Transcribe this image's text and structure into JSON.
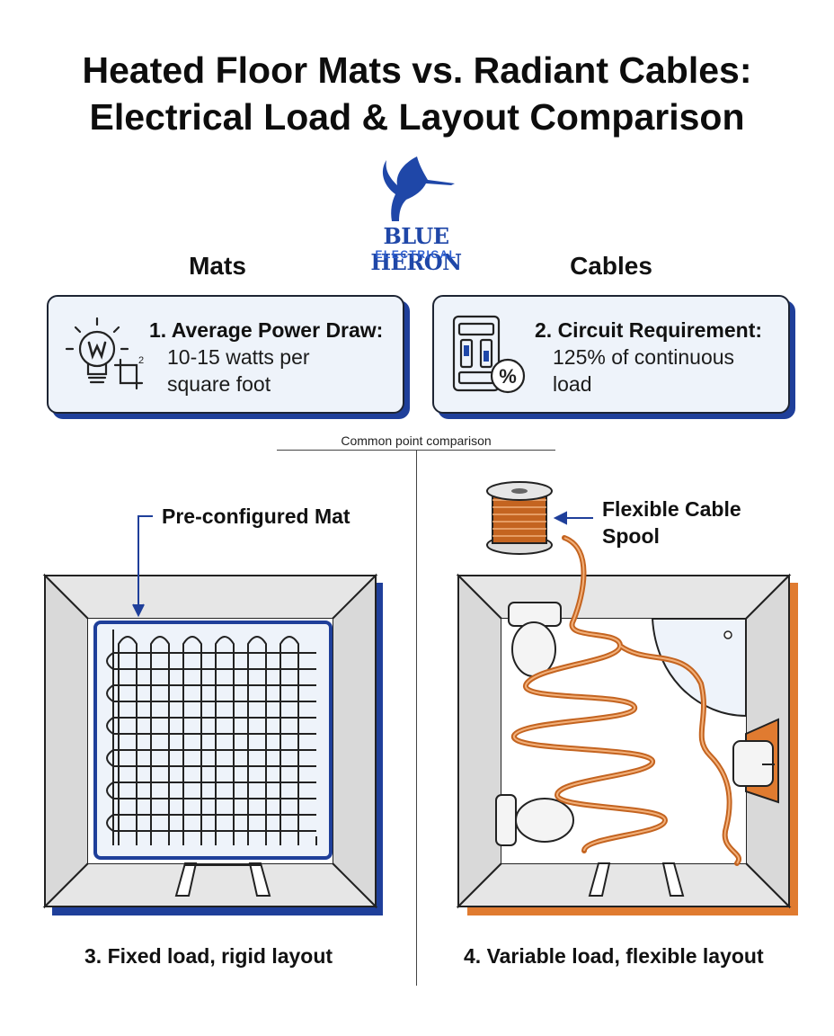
{
  "title_line1": "Heated Floor Mats vs. Radiant Cables:",
  "title_line2": "Electrical Load & Layout Comparison",
  "logo": {
    "name": "BLUE HERON",
    "sub": "ELECTRICAL",
    "icon": "heron-icon",
    "color": "#1f47a8"
  },
  "columns": {
    "left": "Mats",
    "right": "Cables"
  },
  "cards": [
    {
      "title": "1. Average Power Draw:",
      "body_line1": "10-15 watts per",
      "body_line2": "square foot",
      "icon": "lightbulb-watt-icon"
    },
    {
      "title": "2. Circuit Requirement:",
      "body_line1": "125% of continuous",
      "body_line2": "load",
      "icon": "breaker-percent-icon"
    }
  ],
  "common_label": "Common point comparison",
  "mat_label": "Pre-configured Mat",
  "cable_label_line1": "Flexible Cable",
  "cable_label_line2": "Spool",
  "captions": {
    "left": "3. Fixed load, rigid layout",
    "right": "4. Variable load, flexible layout"
  },
  "colors": {
    "accent_blue": "#1f3f9a",
    "cable_orange": "#e07b30",
    "card_bg": "#eef3fa"
  }
}
